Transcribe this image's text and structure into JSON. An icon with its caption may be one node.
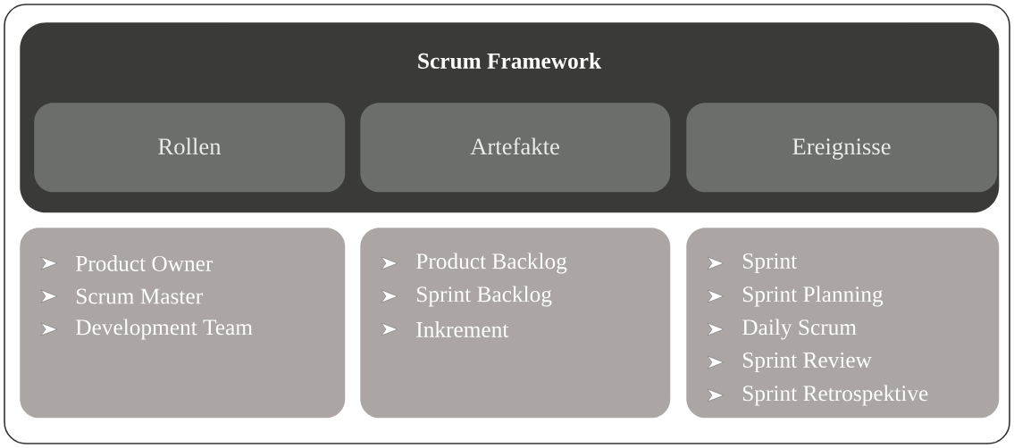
{
  "diagram": {
    "nodes": [
      {
        "text": [
          "Scrum Framework"
        ]
      },
      {
        "text": [
          "Rollen"
        ],
        "in": 0
      },
      {
        "text": [
          "Artefakte"
        ],
        "in": 0
      },
      {
        "text": [
          "Ereignisse"
        ],
        "in": 0
      },
      {
        "text": [
          "Product Owner",
          "Scrum Master",
          "Development Team"
        ]
      },
      {
        "text": [
          "Product Backlog",
          "Sprint Backlog",
          "Inkrement"
        ]
      },
      {
        "text": [
          "Sprint",
          "Sprint Planning",
          "Daily Scrum",
          "Sprint Review",
          "Sprint Retrospektive"
        ]
      }
    ]
  }
}
